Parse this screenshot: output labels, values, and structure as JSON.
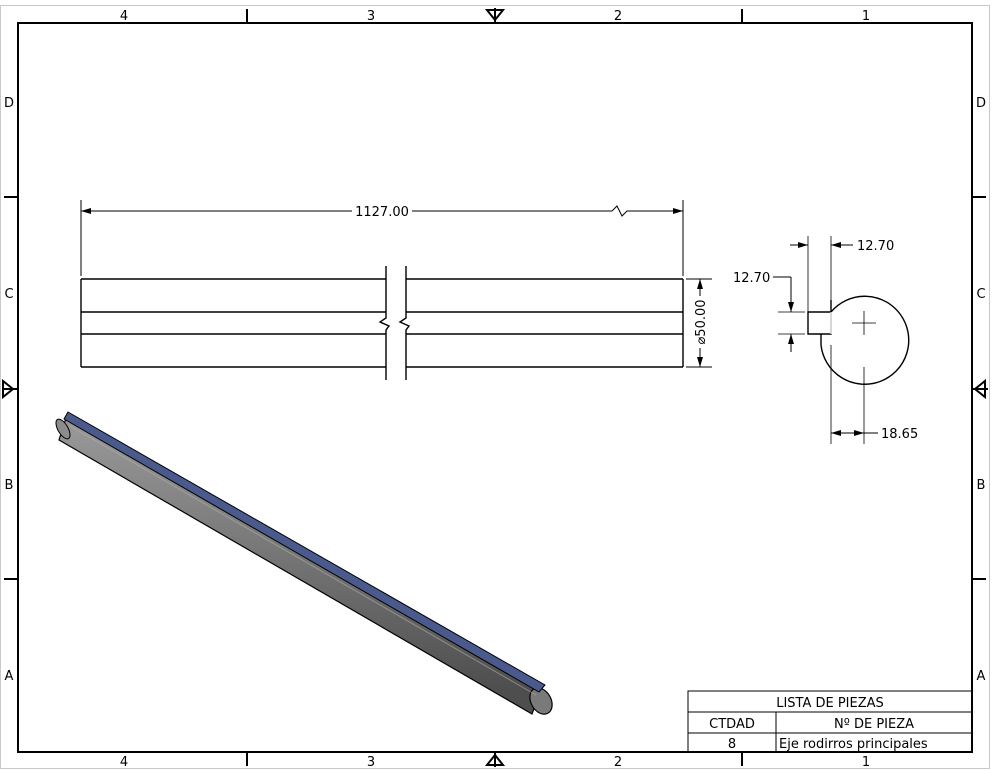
{
  "border": {
    "columns": [
      "4",
      "3",
      "2",
      "1"
    ],
    "rows": [
      "D",
      "C",
      "B",
      "A"
    ]
  },
  "dimensions": {
    "length": "1127.00",
    "diameter": "⌀50.00",
    "key_width": "12.70",
    "key_height": "12.70",
    "key_offset": "18.65"
  },
  "parts_list": {
    "title": "LISTA DE PIEZAS",
    "headers": [
      "CTDAD",
      "Nº DE PIEZA"
    ],
    "rows": [
      {
        "qty": "8",
        "name": "Eje rodirros principales"
      }
    ]
  },
  "colors": {
    "shaft": "#6e6e6e",
    "keyway": "#4a5a8c",
    "line": "#000000"
  }
}
